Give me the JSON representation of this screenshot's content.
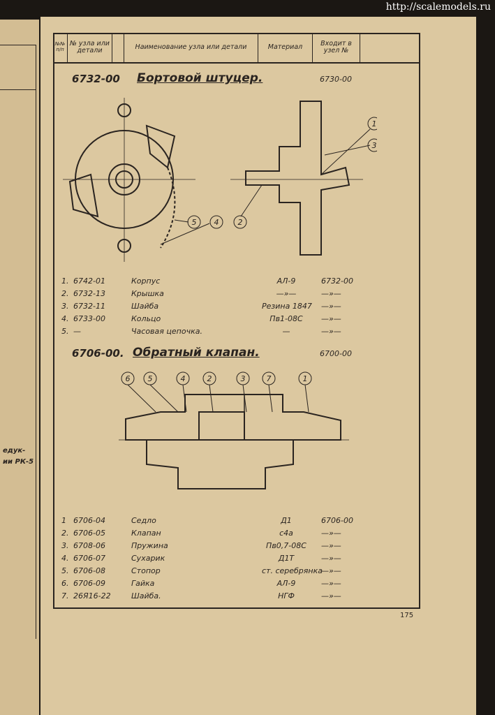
{
  "watermark": "http://scalemodels.ru",
  "left_page": {
    "lines": [
      "едук-",
      "ии РК-5"
    ]
  },
  "header": {
    "col_num": "№№ п/п",
    "col_node": "№ узла или детали",
    "col_name": "Наименование узла или детали",
    "col_material": "Материал",
    "col_part_of": "Входит в узел №"
  },
  "section1": {
    "code": "6732-00",
    "title": "Бортовой штуцер.",
    "parent": "6730-00",
    "callouts": [
      "1",
      "2",
      "3",
      "4",
      "5"
    ],
    "parts": [
      {
        "n": "1.",
        "code": "6742-01",
        "name": "Корпус",
        "material": "АЛ-9",
        "part_of": "6732-00"
      },
      {
        "n": "2.",
        "code": "6732-13",
        "name": "Крышка",
        "material": "—»—",
        "part_of": "—»—"
      },
      {
        "n": "3.",
        "code": "6732-11",
        "name": "Шайба",
        "material": "Резина 1847",
        "part_of": "—»—"
      },
      {
        "n": "4.",
        "code": "6733-00",
        "name": "Кольцо",
        "material": "Пв1-08С",
        "part_of": "—»—"
      },
      {
        "n": "5.",
        "code": "—",
        "name": "Часовая цепочка.",
        "material": "—",
        "part_of": "—»—"
      }
    ]
  },
  "section2": {
    "code": "6706-00.",
    "title": "Обратный клапан.",
    "parent": "6700-00",
    "callouts": [
      "6",
      "5",
      "4",
      "2",
      "3",
      "7",
      "1"
    ],
    "parts": [
      {
        "n": "1",
        "code": "6706-04",
        "name": "Седло",
        "material": "Д1",
        "part_of": "6706-00"
      },
      {
        "n": "2.",
        "code": "6706-05",
        "name": "Клапан",
        "material": "с4а",
        "part_of": "—»—"
      },
      {
        "n": "3.",
        "code": "6708-06",
        "name": "Пружина",
        "material": "Пв0,7-08С",
        "part_of": "—»—"
      },
      {
        "n": "4.",
        "code": "6706-07",
        "name": "Сухарик",
        "material": "Д1Т",
        "part_of": "—»—"
      },
      {
        "n": "5.",
        "code": "6706-08",
        "name": "Стопор",
        "material": "ст. серебрянка",
        "part_of": "—»—"
      },
      {
        "n": "6.",
        "code": "6706-09",
        "name": "Гайка",
        "material": "АЛ-9",
        "part_of": "—»—"
      },
      {
        "n": "7.",
        "code": "26Я16-22",
        "name": "Шайба.",
        "material": "НГФ",
        "part_of": "—»—"
      }
    ]
  },
  "page_number": "175"
}
